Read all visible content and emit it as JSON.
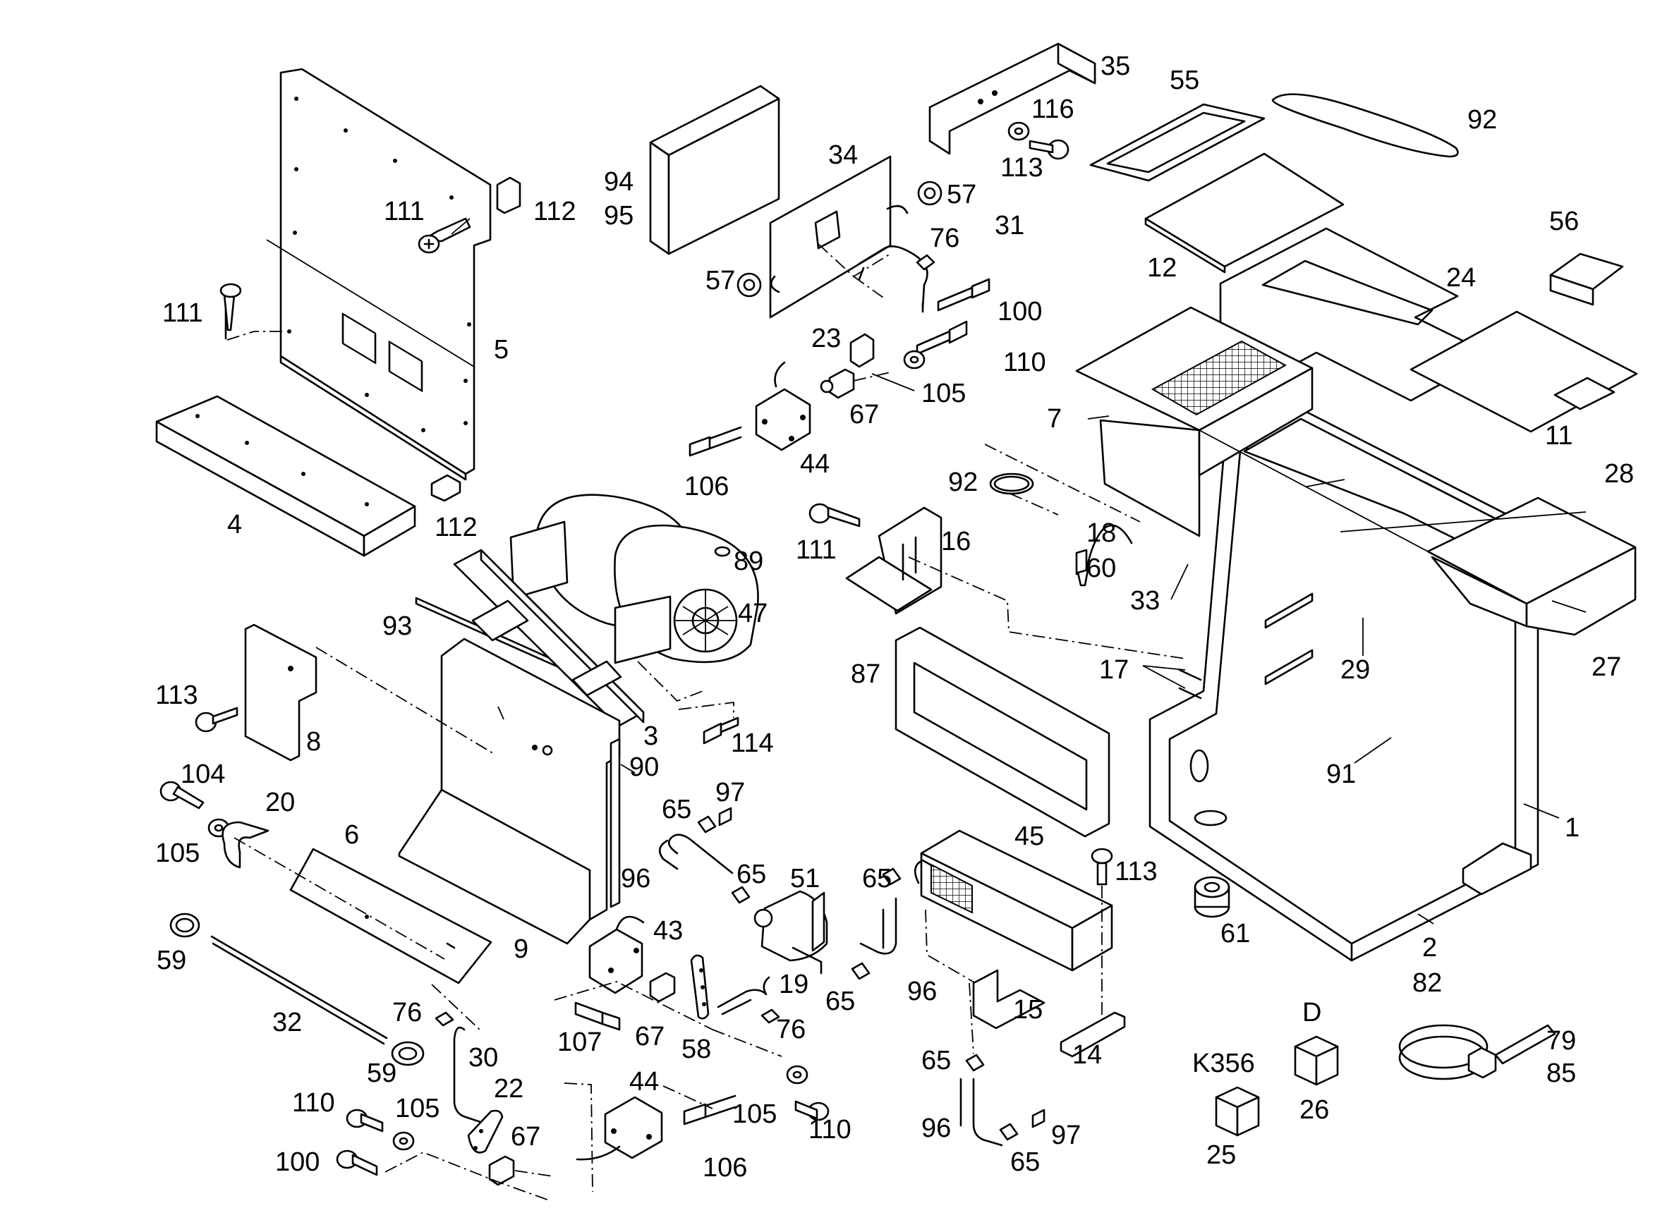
{
  "part_labels": [
    {
      "id": "l35",
      "text": "35"
    },
    {
      "id": "l55",
      "text": "55"
    },
    {
      "id": "l116",
      "text": "116"
    },
    {
      "id": "l92a",
      "text": "92"
    },
    {
      "id": "l113a",
      "text": "113"
    },
    {
      "id": "l34",
      "text": "34"
    },
    {
      "id": "l94",
      "text": "94"
    },
    {
      "id": "l95",
      "text": "95"
    },
    {
      "id": "l57a",
      "text": "57"
    },
    {
      "id": "l76a",
      "text": "76"
    },
    {
      "id": "l31",
      "text": "31"
    },
    {
      "id": "l56",
      "text": "56"
    },
    {
      "id": "l12",
      "text": "12"
    },
    {
      "id": "l24",
      "text": "24"
    },
    {
      "id": "l111a",
      "text": "111"
    },
    {
      "id": "l112a",
      "text": "112"
    },
    {
      "id": "l57b",
      "text": "57"
    },
    {
      "id": "l100a",
      "text": "100"
    },
    {
      "id": "l111b",
      "text": "111"
    },
    {
      "id": "l23",
      "text": "23"
    },
    {
      "id": "l110a",
      "text": "110"
    },
    {
      "id": "l5",
      "text": "5"
    },
    {
      "id": "l105a",
      "text": "105"
    },
    {
      "id": "l67a",
      "text": "67"
    },
    {
      "id": "l7",
      "text": "7"
    },
    {
      "id": "l11",
      "text": "11"
    },
    {
      "id": "l44a",
      "text": "44"
    },
    {
      "id": "l106a",
      "text": "106"
    },
    {
      "id": "l28",
      "text": "28"
    },
    {
      "id": "l92b",
      "text": "92"
    },
    {
      "id": "l4",
      "text": "4"
    },
    {
      "id": "l112b",
      "text": "112"
    },
    {
      "id": "l18",
      "text": "18"
    },
    {
      "id": "l111c",
      "text": "111"
    },
    {
      "id": "l16",
      "text": "16"
    },
    {
      "id": "l60",
      "text": "60"
    },
    {
      "id": "l89",
      "text": "89"
    },
    {
      "id": "l33",
      "text": "33"
    },
    {
      "id": "l93",
      "text": "93"
    },
    {
      "id": "l47",
      "text": "47"
    },
    {
      "id": "l87",
      "text": "87"
    },
    {
      "id": "l17",
      "text": "17"
    },
    {
      "id": "l29",
      "text": "29"
    },
    {
      "id": "l27",
      "text": "27"
    },
    {
      "id": "l113b",
      "text": "113"
    },
    {
      "id": "l3",
      "text": "3"
    },
    {
      "id": "l114",
      "text": "114"
    },
    {
      "id": "l8",
      "text": "8"
    },
    {
      "id": "l90",
      "text": "90"
    },
    {
      "id": "l91",
      "text": "91"
    },
    {
      "id": "l104",
      "text": "104"
    },
    {
      "id": "l97a",
      "text": "97"
    },
    {
      "id": "l65a",
      "text": "65"
    },
    {
      "id": "l20",
      "text": "20"
    },
    {
      "id": "l1",
      "text": "1"
    },
    {
      "id": "l105b",
      "text": "105"
    },
    {
      "id": "l6",
      "text": "6"
    },
    {
      "id": "l45",
      "text": "45"
    },
    {
      "id": "l96a",
      "text": "96"
    },
    {
      "id": "l65b",
      "text": "65"
    },
    {
      "id": "l51",
      "text": "51"
    },
    {
      "id": "l65c",
      "text": "65"
    },
    {
      "id": "l113c",
      "text": "113"
    },
    {
      "id": "l43",
      "text": "43"
    },
    {
      "id": "l61",
      "text": "61"
    },
    {
      "id": "l59a",
      "text": "59"
    },
    {
      "id": "l9",
      "text": "9"
    },
    {
      "id": "l2",
      "text": "2"
    },
    {
      "id": "l82",
      "text": "82"
    },
    {
      "id": "l19",
      "text": "19"
    },
    {
      "id": "l65d",
      "text": "65"
    },
    {
      "id": "l96b",
      "text": "96"
    },
    {
      "id": "l15",
      "text": "15"
    },
    {
      "id": "l32",
      "text": "32"
    },
    {
      "id": "l76b",
      "text": "76"
    },
    {
      "id": "l107",
      "text": "107"
    },
    {
      "id": "l67b",
      "text": "67"
    },
    {
      "id": "l76c",
      "text": "76"
    },
    {
      "id": "lD",
      "text": "D"
    },
    {
      "id": "l79",
      "text": "79"
    },
    {
      "id": "l59b",
      "text": "59"
    },
    {
      "id": "l30",
      "text": "30"
    },
    {
      "id": "l58",
      "text": "58"
    },
    {
      "id": "l14",
      "text": "14"
    },
    {
      "id": "l65e",
      "text": "65"
    },
    {
      "id": "lK356",
      "text": "K356"
    },
    {
      "id": "l85",
      "text": "85"
    },
    {
      "id": "l44b",
      "text": "44"
    },
    {
      "id": "l22",
      "text": "22"
    },
    {
      "id": "l110b",
      "text": "110"
    },
    {
      "id": "l105c",
      "text": "105"
    },
    {
      "id": "l26",
      "text": "26"
    },
    {
      "id": "l105d",
      "text": "105"
    },
    {
      "id": "l110c",
      "text": "110"
    },
    {
      "id": "l67c",
      "text": "67"
    },
    {
      "id": "l96c",
      "text": "96"
    },
    {
      "id": "l97b",
      "text": "97"
    },
    {
      "id": "l100b",
      "text": "100"
    },
    {
      "id": "l106b",
      "text": "106"
    },
    {
      "id": "l65f",
      "text": "65"
    },
    {
      "id": "l25",
      "text": "25"
    }
  ]
}
